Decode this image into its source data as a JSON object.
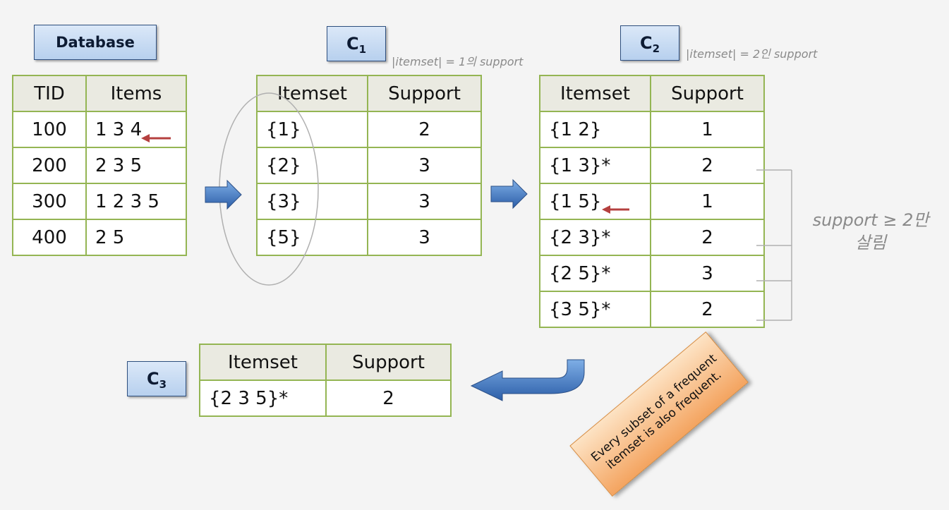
{
  "labels": {
    "database": "Database",
    "c1_main": "C",
    "c1_sub": "1",
    "c2_main": "C",
    "c2_sub": "2",
    "c3_main": "C",
    "c3_sub": "3"
  },
  "notes": {
    "c1_note": "|itemset| = 1의 support",
    "c2_note": "|itemset| = 2인 support",
    "threshold_line1": "support ≥ 2만",
    "threshold_line2": "살림",
    "sticky": "Every subset of a frequent itemset is also frequent."
  },
  "database": {
    "headers": [
      "TID",
      "Items"
    ],
    "rows": [
      [
        "100",
        "1 3 4"
      ],
      [
        "200",
        "2 3 5"
      ],
      [
        "300",
        "1 2 3 5"
      ],
      [
        "400",
        "2 5"
      ]
    ]
  },
  "c1": {
    "headers": [
      "Itemset",
      "Support"
    ],
    "rows": [
      [
        "{1}",
        "2"
      ],
      [
        "{2}",
        "3"
      ],
      [
        "{3}",
        "3"
      ],
      [
        "{5}",
        "3"
      ]
    ]
  },
  "c2": {
    "headers": [
      "Itemset",
      "Support"
    ],
    "rows": [
      [
        "{1 2}",
        "1"
      ],
      [
        "{1 3}*",
        "2"
      ],
      [
        "{1 5}",
        "1"
      ],
      [
        "{2 3}*",
        "2"
      ],
      [
        "{2 5}*",
        "3"
      ],
      [
        "{3 5}*",
        "2"
      ]
    ]
  },
  "c3": {
    "headers": [
      "Itemset",
      "Support"
    ],
    "rows": [
      [
        "{2 3 5}*",
        "2"
      ]
    ]
  },
  "colors": {
    "table_border": "#94b553",
    "header_bg": "#eaeae1",
    "label_bg": "#b7d0ee",
    "arrow_blue": "#3e78c2",
    "red_arrow": "#b5403f",
    "sticky_orange": "#f4a460"
  }
}
